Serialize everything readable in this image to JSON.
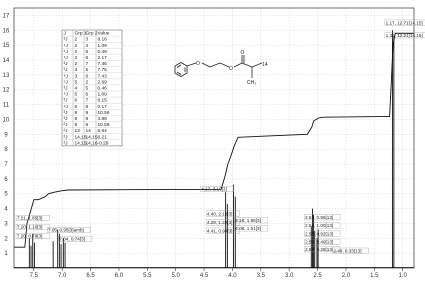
{
  "chart_data": {
    "type": "line",
    "title": "",
    "xlabel": "",
    "ylabel": "",
    "x_axis": {
      "min": 0.8,
      "max": 7.85,
      "reversed": true,
      "ticks": [
        7.5,
        7.0,
        6.5,
        6.0,
        5.5,
        5.0,
        4.5,
        4.0,
        3.5,
        3.0,
        2.5,
        2.0,
        1.5,
        1.0
      ]
    },
    "y_axis": {
      "min": 0,
      "max": 17.5,
      "ticks": [
        1,
        2,
        3,
        4,
        5,
        6,
        7,
        8,
        9,
        10,
        11,
        12,
        13,
        14,
        15,
        16,
        17
      ]
    },
    "peaks": [
      {
        "x": 7.58,
        "y": 2.0
      },
      {
        "x": 7.55,
        "y": 1.5
      },
      {
        "x": 7.52,
        "y": 2.3
      },
      {
        "x": 7.49,
        "y": 1.7
      },
      {
        "x": 7.16,
        "y": 1.8
      },
      {
        "x": 7.08,
        "y": 2.6
      },
      {
        "x": 7.05,
        "y": 2.3
      },
      {
        "x": 7.02,
        "y": 1.6
      },
      {
        "x": 6.98,
        "y": 2.0
      },
      {
        "x": 6.95,
        "y": 1.7
      },
      {
        "x": 4.12,
        "y": 5.1
      },
      {
        "x": 4.09,
        "y": 4.3
      },
      {
        "x": 3.98,
        "y": 5.6
      },
      {
        "x": 3.95,
        "y": 4.8
      },
      {
        "x": 2.61,
        "y": 2.8
      },
      {
        "x": 2.59,
        "y": 4.0
      },
      {
        "x": 2.57,
        "y": 3.6
      },
      {
        "x": 2.55,
        "y": 2.5
      },
      {
        "x": 2.51,
        "y": 2.0
      },
      {
        "x": 2.49,
        "y": 2.6
      },
      {
        "x": 1.18,
        "y": 16.0
      },
      {
        "x": 1.155,
        "y": 15.6
      }
    ],
    "integral": {
      "x": [
        7.85,
        7.66,
        7.62,
        7.5,
        7.42,
        7.3,
        7.24,
        7.14,
        7.0,
        6.9,
        4.2,
        4.13,
        4.08,
        4.03,
        3.97,
        3.9,
        2.68,
        2.6,
        2.57,
        2.52,
        2.48,
        2.4,
        1.23,
        1.2,
        1.17,
        1.13,
        0.8
      ],
      "y": [
        1.4,
        1.4,
        3.0,
        4.6,
        4.6,
        4.8,
        5.0,
        5.1,
        5.2,
        5.25,
        5.3,
        6.2,
        7.0,
        7.5,
        8.2,
        8.8,
        9.0,
        9.5,
        9.9,
        10.0,
        10.1,
        10.15,
        10.2,
        12.5,
        15.0,
        15.8,
        15.8
      ]
    },
    "peak_labels": [
      {
        "text": "7.21, 1.85[3]",
        "x": 7.8,
        "y": 3.25
      },
      {
        "text": "7.20, 1.10[3]",
        "x": 7.8,
        "y": 2.65
      },
      {
        "text": "7.20, 0.79[3]",
        "x": 7.8,
        "y": 2.05
      },
      {
        "text": "7.05, 0.95[3]amb)",
        "x": 7.25,
        "y": 2.45
      },
      {
        "text": "7.04, 0.74[3]",
        "x": 7.05,
        "y": 1.85
      },
      {
        "text": "4.17, 3.10[3]",
        "x": 4.55,
        "y": 5.2
      },
      {
        "text": "4.40, 2.19[3]",
        "x": 4.45,
        "y": 3.55
      },
      {
        "text": "4.29, 1.25[3]",
        "x": 4.45,
        "y": 2.95
      },
      {
        "text": "4.41, 0.94[3]",
        "x": 4.45,
        "y": 2.4
      },
      {
        "text": "4.18, 1.86[3]",
        "x": 3.95,
        "y": 3.1
      },
      {
        "text": "4.08, 1.51[3]",
        "x": 3.95,
        "y": 2.55
      },
      {
        "text": "2.52, 0.96[13]",
        "x": 2.72,
        "y": 3.3
      },
      {
        "text": "2.52, 1.00[13]",
        "x": 2.72,
        "y": 2.75
      },
      {
        "text": "2.54, 0.92[13]",
        "x": 2.72,
        "y": 2.2
      },
      {
        "text": "2.55, 0.49[13]",
        "x": 2.72,
        "y": 1.65
      },
      {
        "text": "2.57, 0.28[13]",
        "x": 2.72,
        "y": 1.15
      },
      {
        "text": "2.49, 0.33[13]",
        "x": 2.22,
        "y": 1.05
      },
      {
        "text": "1.17, 12.71[14.15]",
        "x": 1.3,
        "y": 16.4
      },
      {
        "text": "1.36, 12.21[14.15]",
        "x": 1.3,
        "y": 15.55
      }
    ],
    "coupling_table": {
      "headers": [
        "J",
        "Grp 1",
        "Grp 2",
        "Value"
      ],
      "rows": [
        [
          "³J",
          "2",
          "3",
          "8.16"
        ],
        [
          "⁴J",
          "2",
          "4",
          "1.09"
        ],
        [
          "⁵J",
          "2",
          "5",
          "0.49"
        ],
        [
          "⁴J",
          "2",
          "6",
          "2.17"
        ],
        [
          "³J",
          "2",
          "7",
          "7.45"
        ],
        [
          "³J",
          "3",
          "5",
          "7.75"
        ],
        [
          "⁴J",
          "3",
          "6",
          "7.43"
        ],
        [
          "⁵J",
          "5",
          "2",
          "2.69"
        ],
        [
          "³J",
          "4",
          "5",
          "0.46"
        ],
        [
          "⁴J",
          "5",
          "6",
          "1.09"
        ],
        [
          "³J",
          "6",
          "7",
          "8.15"
        ],
        [
          "⁴J",
          "6",
          "8",
          "0.17"
        ],
        [
          "³J",
          "8",
          "9",
          "10.56"
        ],
        [
          "³J",
          "8",
          "9",
          "4.88"
        ],
        [
          "²J",
          "9",
          "9",
          "10.56"
        ],
        [
          "²J",
          "13",
          "14",
          "6.64"
        ],
        [
          "²J",
          "14,15",
          "14,15",
          "6.21"
        ],
        [
          "²J",
          "14,15",
          "14,16",
          "-0.29"
        ]
      ]
    },
    "structure_labels": {
      "o1": "O",
      "o2": "O",
      "o3": "O",
      "c14": "14",
      "ch3": "CH₃"
    }
  }
}
